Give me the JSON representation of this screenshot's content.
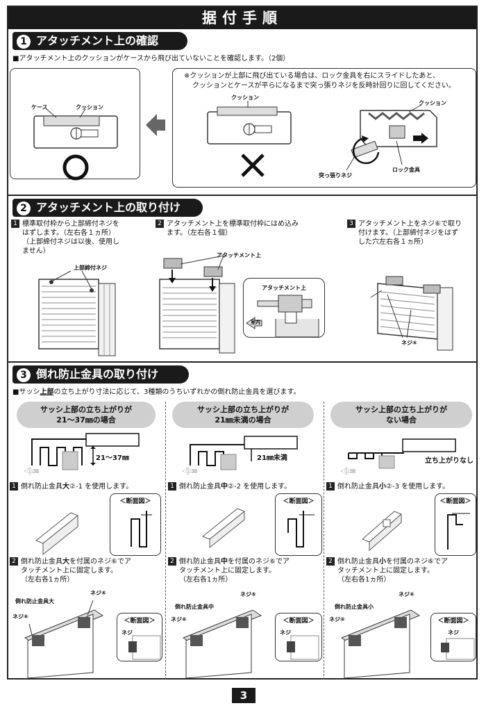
{
  "header": {
    "title": "据付手順"
  },
  "section1": {
    "number": "1",
    "title": "アタッチメント上の確認",
    "intro": "■アタッチメント上のクッションがケースから飛び出ていないことを確認します。（2個）",
    "ok_label_case": "ケース",
    "ok_label_cushion": "クッション",
    "ng_note_line1": "※クッションが上部に飛び出ている場合は、ロック金具を右にスライドしたあと、",
    "ng_note_line2": "クッションとケースが平らになるまで突っ張りネジを反時計回りに回してください。",
    "ng_label_cushion": "クッション",
    "detail_label_cushion": "クッション",
    "detail_label_screw": "突っ張りネジ",
    "detail_label_lock": "ロック金具"
  },
  "section2": {
    "number": "2",
    "title": "アタッチメント上の取り付け",
    "steps": [
      {
        "num": "1",
        "line1": "標準取付枠から上部締付ネジを",
        "line2": "はずします。（左右各１ヵ所）",
        "line3": "（上部締付ネジは以後、使用し",
        "line4": "ません）"
      },
      {
        "num": "2",
        "line1": "アタッチメント上を標準取付枠にはめ込み",
        "line2": "ます。（左右各１個）"
      },
      {
        "num": "3",
        "line1": "アタッチメント上をネジ⑥で取り",
        "line2": "付けます。（上部締付ネジをはず",
        "line3": "した穴左右各１ヵ所）"
      }
    ],
    "label_top_screw": "上部締付ネジ",
    "label_attachment": "アタッチメント上",
    "label_attachment_detail": "アタッチメント上",
    "label_indoor": "室内",
    "label_screw6": "ネジ⑥"
  },
  "section3": {
    "number": "3",
    "title": "倒れ防止金具の取り付け",
    "intro_pre": "■サッシ",
    "intro_bold": "上部",
    "intro_post": "の立ち上がり寸法に応じて、3種類のうちいずれかの倒れ防止金具を選びます。",
    "label_outdoor": "室外",
    "label_section_view": "＜断面図＞",
    "label_screw": "ネジ",
    "label_screw6": "ネジ⑥",
    "columns": [
      {
        "pill_line1": "サッシ上部の立ち上がりが",
        "pill_line2": "21〜37㎜の場合",
        "dimension": "21〜37㎜",
        "step1_pre": "倒れ防止金具",
        "step1_bold": "大",
        "step1_post": "②-1 を使用します。",
        "step2_pre": "倒れ防止金具",
        "step2_bold": "大",
        "step2_post": "を付属のネジ⑥でア",
        "step2_line2": "タッチメント上に固定します。",
        "step2_line3": "（左右各1ヵ所）",
        "bracket_label": "倒れ防止金具大"
      },
      {
        "pill_line1": "サッシ上部の立ち上がりが",
        "pill_line2": "21㎜未満の場合",
        "dimension": "21㎜未満",
        "step1_pre": "倒れ防止金具",
        "step1_bold": "中",
        "step1_post": "②-2 を使用します。",
        "step2_pre": "倒れ防止金具",
        "step2_bold": "中",
        "step2_post": "を付属のネジ⑥でア",
        "step2_line2": "タッチメント上に固定します。",
        "step2_line3": "（左右各1ヵ所）",
        "bracket_label": "倒れ防止金具中"
      },
      {
        "pill_line1": "サッシ上部の立ち上がりが",
        "pill_line2": "ない場合",
        "dimension": "立ち上がりなし",
        "step1_pre": "倒れ防止金具",
        "step1_bold": "小",
        "step1_post": "②-3 を使用します。",
        "step2_pre": "倒れ防止金具",
        "step2_bold": "小",
        "step2_post": "を付属のネジ⑥でア",
        "step2_line2": "タッチメント上に固定します。",
        "step2_line3": "（左右各1ヵ所）",
        "bracket_label": "倒れ防止金具小"
      }
    ]
  },
  "footer": {
    "page_number": "3"
  }
}
